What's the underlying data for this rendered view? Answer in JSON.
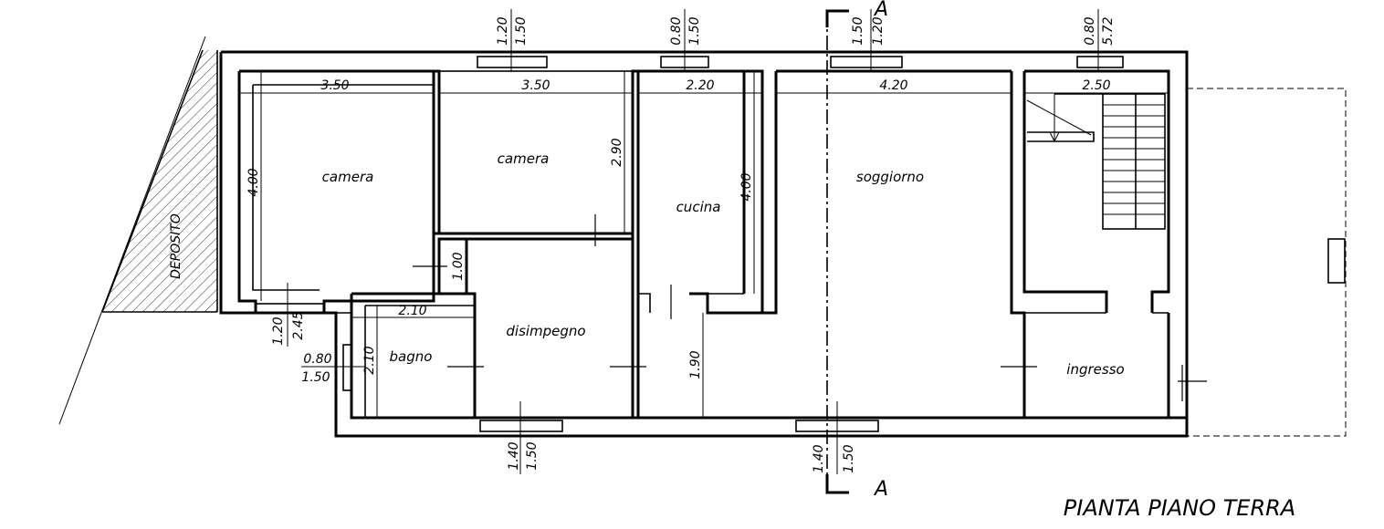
{
  "title": "PIANTA PIANO TERRA",
  "section_marker": "A",
  "rooms": {
    "camera_1": "camera",
    "camera_2": "camera",
    "cucina": "cucina",
    "soggiorno": "soggiorno",
    "disimpegno": "disimpegno",
    "bagno": "bagno",
    "ingresso": "ingresso",
    "deposito": "DEPOSITO"
  },
  "dimensions": {
    "camera_1_width": "3.50",
    "camera_1_depth": "4.00",
    "camera_2_width": "3.50",
    "camera_2_depth": "2.90",
    "cucina_width": "2.20",
    "cucina_depth": "4.00",
    "soggiorno_width": "4.20",
    "stair_width": "2.50",
    "disimpegno_gap": "1.00",
    "bagno_width": "2.10",
    "bagno_depth": "2.10",
    "lower_corridor_depth": "1.90",
    "win_top_1_a": "1.20",
    "win_top_1_b": "1.50",
    "win_top_2_a": "0.80",
    "win_top_2_b": "1.50",
    "win_top_3_a": "1.50",
    "win_top_3_b": "1.20",
    "win_top_4_a": "0.80",
    "win_top_4_b": "5.72",
    "win_left_a": "1.20",
    "win_left_b": "2.45",
    "win_bagno_a": "0.80",
    "win_bagno_b": "1.50",
    "win_bottom_1_a": "1.40",
    "win_bottom_1_b": "1.50",
    "win_bottom_2_a": "1.40",
    "win_bottom_2_b": "1.50"
  }
}
